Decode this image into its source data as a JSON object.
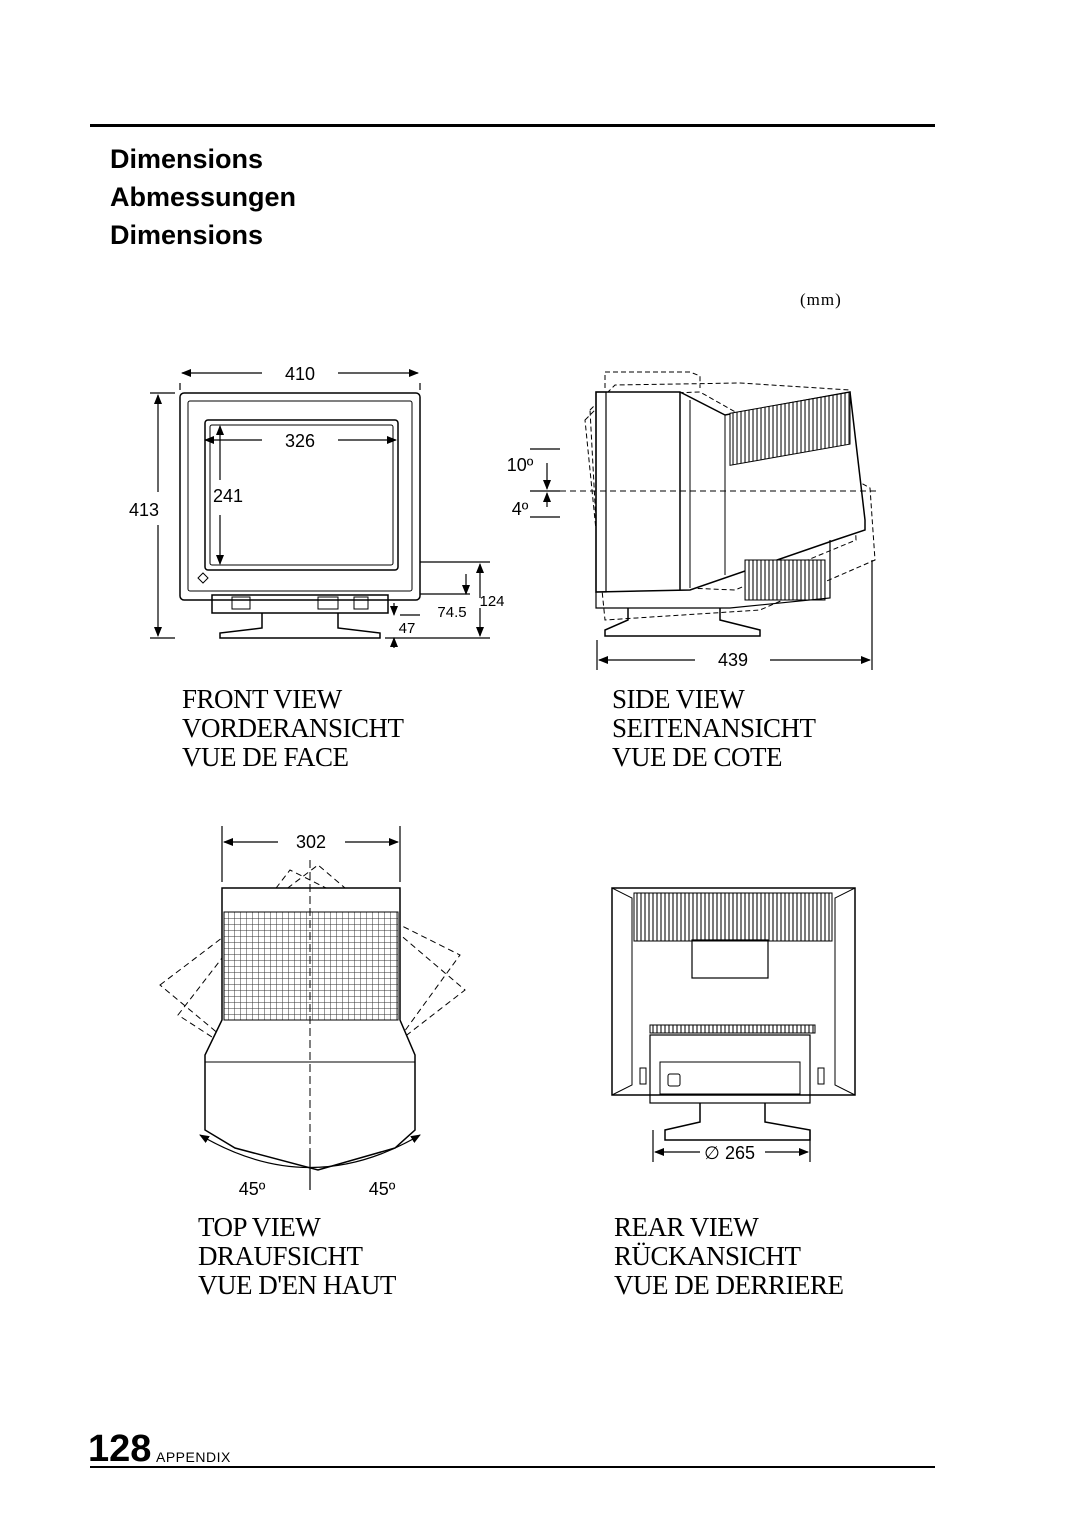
{
  "heading": {
    "line1": "Dimensions",
    "line2": "Abmessungen",
    "line3": "Dimensions"
  },
  "unit": "(mm)",
  "front_view": {
    "caption": [
      "Front View",
      "Vorderansicht",
      "Vue de Face"
    ],
    "dims": {
      "total_width": "410",
      "screen_width": "326",
      "total_height": "413",
      "screen_height": "241",
      "base_height": "124",
      "base_offset": "74.5",
      "base_step": "47"
    }
  },
  "side_view": {
    "caption": [
      "Side View",
      "Seitenansicht",
      "Vue de Cote"
    ],
    "dims": {
      "tilt_up": "10º",
      "tilt_down": "4º",
      "depth": "439"
    }
  },
  "top_view": {
    "caption": [
      "Top View",
      "Draufsicht",
      "Vue d'en Haut"
    ],
    "dims": {
      "width": "302",
      "swivel_left": "45º",
      "swivel_right": "45º"
    }
  },
  "rear_view": {
    "caption": [
      "Rear View",
      "Rückansicht",
      "Vue de Derriere"
    ],
    "dims": {
      "base_diameter": "265",
      "diameter_symbol": "∅"
    }
  },
  "footer": {
    "page_number": "128",
    "section": "APPENDIX"
  }
}
